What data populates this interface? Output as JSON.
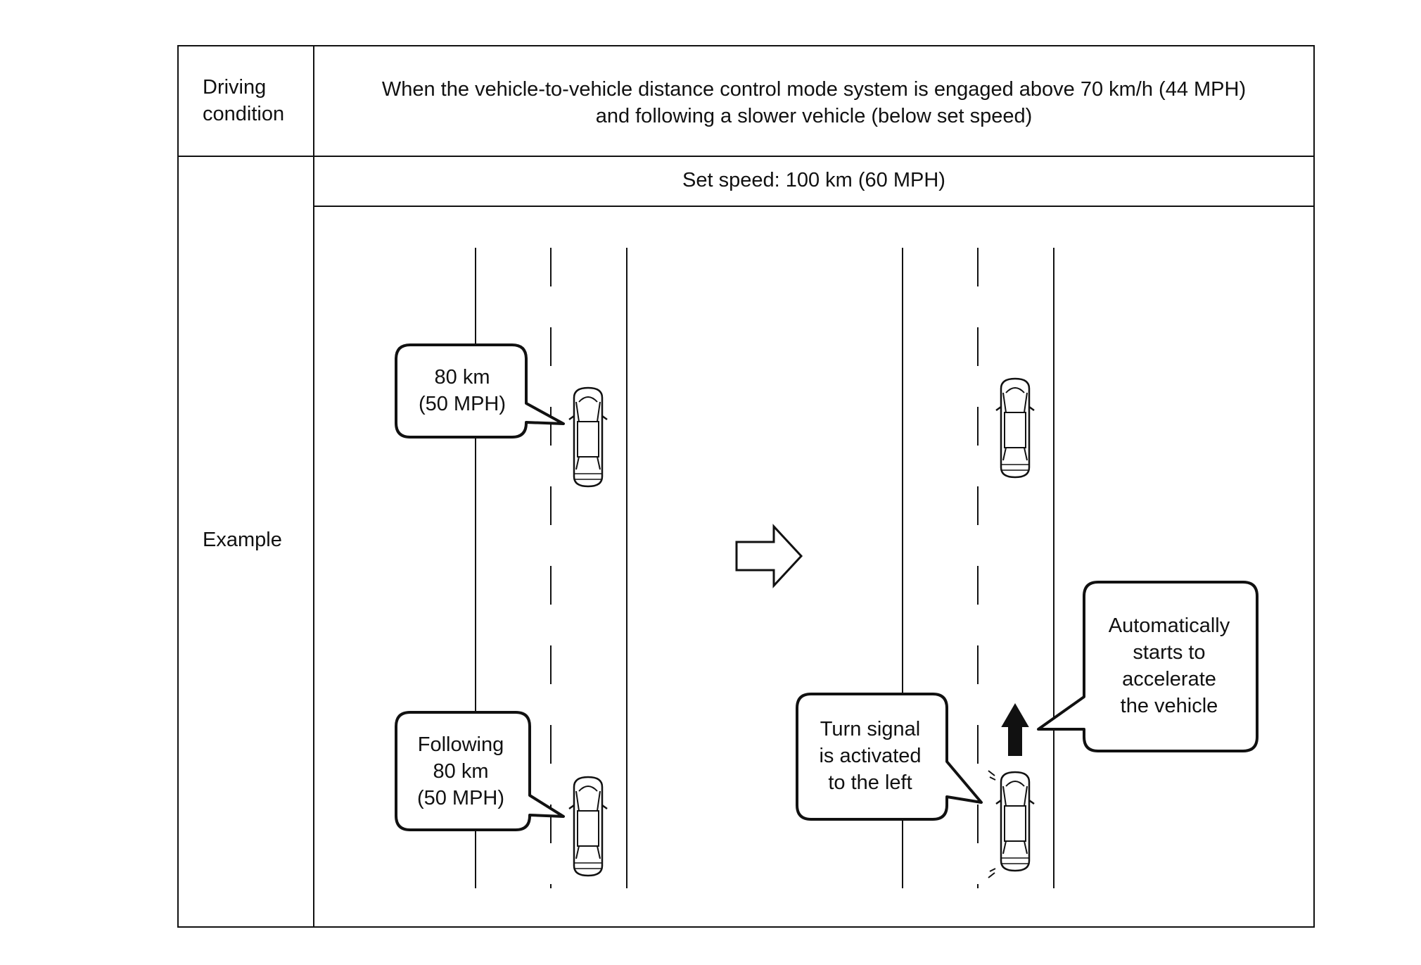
{
  "table": {
    "driving_condition_label_line1": "Driving",
    "driving_condition_label_line2": "condition",
    "condition_line1": "When the vehicle-to-vehicle distance control mode system is engaged above 70 km/h (44 MPH)",
    "condition_line2": "and following a slower vehicle (below set speed)",
    "example_label": "Example",
    "set_speed": "Set speed: 100 km (60 MPH)"
  },
  "left_scene": {
    "front_bubble_line1": "80 km",
    "front_bubble_line2": "(50 MPH)",
    "rear_bubble_line1": "Following",
    "rear_bubble_line2": "80 km",
    "rear_bubble_line3": "(50 MPH)"
  },
  "right_scene": {
    "turn_bubble_line1": "Turn signal",
    "turn_bubble_line2": "is activated",
    "turn_bubble_line3": "to the left",
    "accel_bubble_line1": "Automatically",
    "accel_bubble_line2": "starts to",
    "accel_bubble_line3": "accelerate",
    "accel_bubble_line4": "the vehicle"
  },
  "icons": [
    "car-icon",
    "transition-arrow-icon",
    "acceleration-arrow-icon",
    "turn-signal-icon"
  ],
  "colors": {
    "line": "#111111",
    "background": "#ffffff"
  }
}
